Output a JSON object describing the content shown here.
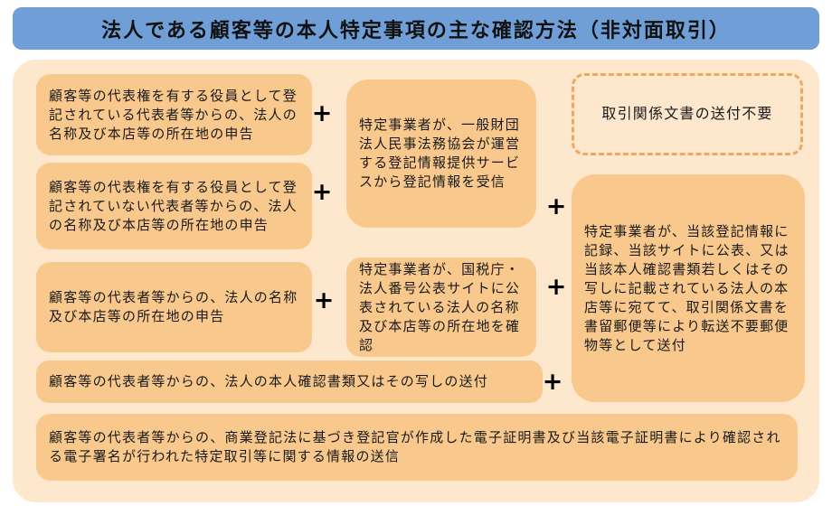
{
  "title": "法人である顧客等の本人特定事項の主な確認方法（非対面取引）",
  "plus_symbol": "+",
  "colors": {
    "header_bg": "#6f9fd6",
    "panel_bg": "#fde7cd",
    "box_bg": "#f8c88c",
    "dashed_border": "#f0a860",
    "text": "#1a1a1a"
  },
  "boxes": {
    "declaration_registered_rep": "顧客等の代表権を有する役員として登記されている代表者等からの、法人の名称及び本店等の所在地の申告",
    "declaration_unregistered_rep": "顧客等の代表権を有する役員として登記されていない代表者等からの、法人の名称及び本店等の所在地の申告",
    "declaration_representative": "顧客等の代表者等からの、法人の名称及び本店等の所在地の申告",
    "registry_info_service": "特定事業者が、一般財団法人民事法務協会が運営する登記情報提供サービスから登記情報を受信",
    "corporate_number_site": "特定事業者が、国税庁・法人番号公表サイトに公表されている法人の名称及び本店等の所在地を確認",
    "send_id_documents": "顧客等の代表者等からの、法人の本人確認書類又はその写しの送付",
    "electronic_signature": "顧客等の代表者等からの、商業登記法に基づき登記官が作成した電子証明書及び当該電子証明書により確認される電子署名が行われた特定取引等に関する情報の送信",
    "no_document_sending": "取引関係文書の送付不要",
    "send_transaction_documents": "特定事業者が、当該登記情報に記録、当該サイトに公表、又は当該本人確認書類若しくはその写しに記載されている法人の本店等に宛てて、取引関係文書を書留郵便等により転送不要郵便物等として送付"
  }
}
